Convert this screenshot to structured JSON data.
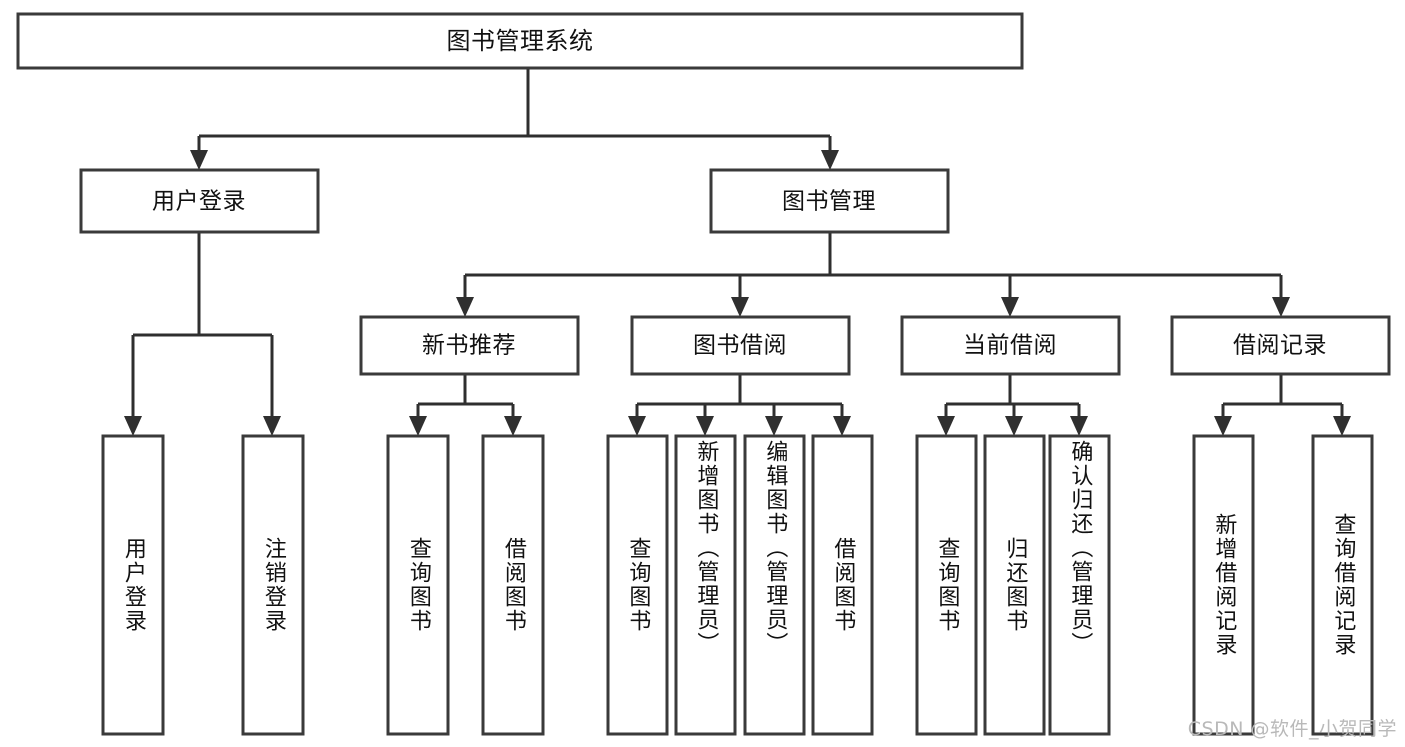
{
  "diagram": {
    "title": "图书管理系统",
    "type": "tree-hierarchy",
    "root": {
      "label": "图书管理系统"
    },
    "level2": [
      {
        "label": "用户登录"
      },
      {
        "label": "图书管理"
      }
    ],
    "level3": [
      {
        "label": "新书推荐"
      },
      {
        "label": "图书借阅"
      },
      {
        "label": "当前借阅"
      },
      {
        "label": "借阅记录"
      }
    ],
    "leaves": {
      "user_login": [
        {
          "label": "用户登录"
        },
        {
          "label": "注销登录"
        }
      ],
      "new_book_recommend": [
        {
          "label": "查询图书"
        },
        {
          "label": "借阅图书"
        }
      ],
      "book_borrow": [
        {
          "label": "查询图书"
        },
        {
          "label": "新增图书（管理员）"
        },
        {
          "label": "编辑图书（管理员）"
        },
        {
          "label": "借阅图书"
        }
      ],
      "current_borrow": [
        {
          "label": "查询图书"
        },
        {
          "label": "归还图书"
        },
        {
          "label": "确认归还（管理员）"
        }
      ],
      "borrow_record": [
        {
          "label": "新增借阅记录"
        },
        {
          "label": "查询借阅记录"
        }
      ]
    }
  },
  "watermark": {
    "text": "CSDN @软件_小贺同学"
  },
  "colors": {
    "background": "#ffffff",
    "box_fill": "#ffffff",
    "box_stroke": "#3a3a3a",
    "connector": "#2f2f2f",
    "text": "#111111",
    "watermark": "#b9b9b9"
  }
}
